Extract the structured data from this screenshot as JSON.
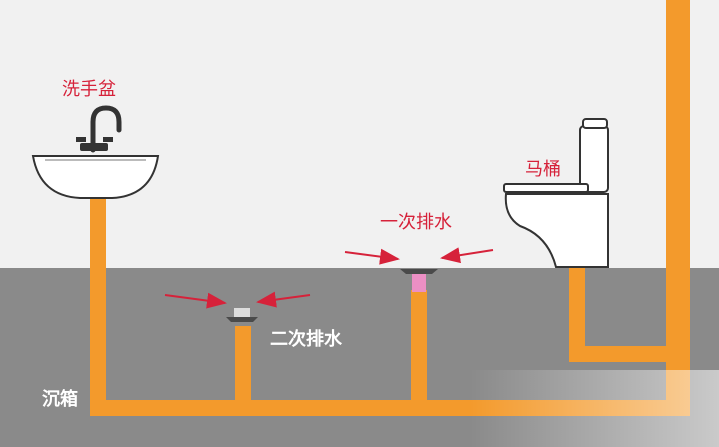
{
  "labels": {
    "sink": "洗手盆",
    "toilet": "马桶",
    "primary_drain": "一次排水",
    "secondary_drain": "二次排水",
    "sink_box": "沉箱"
  },
  "colors": {
    "pipe": "#f39a2c",
    "floor": "#8a8a8a",
    "wall": "#f1f1f1",
    "arrow": "#d6223a",
    "label_red": "#d6223a",
    "label_white": "#ffffff"
  },
  "icons": [
    "basin-icon",
    "faucet-icon",
    "toilet-icon",
    "floor-drain-icon"
  ]
}
